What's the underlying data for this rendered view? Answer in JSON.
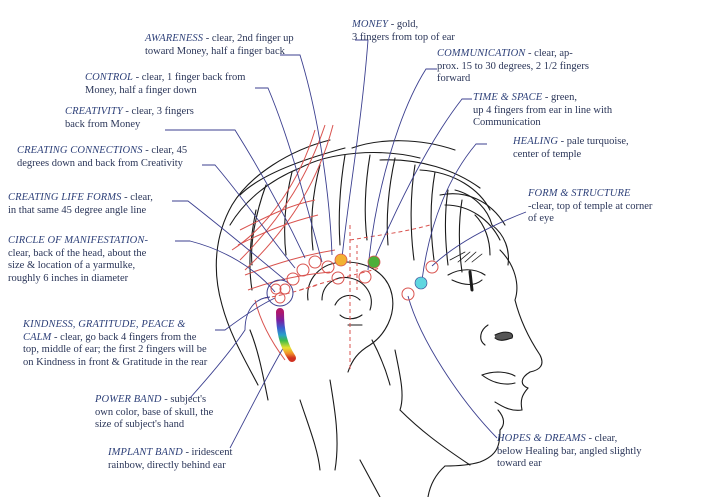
{
  "diagram": {
    "type": "annotated head profile illustration",
    "colors": {
      "background": "#ffffff",
      "line_art": "#1a1a1a",
      "leader_lines": "#3b3f8f",
      "chakra_outline": "#d9534f",
      "money_fill": "#f2b233",
      "time_space_fill": "#4caf3a",
      "healing_fill": "#5fd6e0",
      "label_title": "#2c3f78",
      "label_body": "#2a3558"
    },
    "labels": [
      {
        "id": "awareness",
        "title": "AWARENESS",
        "desc": " - clear, 2nd finger up",
        "desc2": "toward Money, half a finger back"
      },
      {
        "id": "money",
        "title": "MONEY",
        "desc": " - gold,",
        "desc2": "3 fingers from top of ear"
      },
      {
        "id": "communication",
        "title": "COMMUNICATION",
        "desc": " - clear, ap-",
        "desc2": "prox. 15 to 30 degrees, 2 1/2 fingers",
        "desc3": "forward"
      },
      {
        "id": "control",
        "title": "CONTROL",
        "desc": " - clear, 1 finger back from",
        "desc2": "Money, half a finger down"
      },
      {
        "id": "time_space",
        "title": "TIME & SPACE",
        "desc": " - green,",
        "desc2": "up 4 fingers from ear in line with",
        "desc3": "Communication"
      },
      {
        "id": "creativity",
        "title": "CREATIVITY",
        "desc": " - clear, 3 fingers",
        "desc2": "back from Money"
      },
      {
        "id": "healing",
        "title": "HEALING",
        "desc": " - pale turquoise,",
        "desc2": "center of temple"
      },
      {
        "id": "creating_connections",
        "title": "CREATING CONNECTIONS",
        "desc": " - clear, 45",
        "desc2": "degrees down and back from Creativity"
      },
      {
        "id": "form_structure",
        "title": "FORM & STRUCTURE",
        "desc": "",
        "desc2": "-clear, top of temple at corner",
        "desc3": "of eye"
      },
      {
        "id": "creating_life_forms",
        "title": "CREATING LIFE FORMS",
        "desc": " - clear,",
        "desc2": "in that same 45 degree angle line"
      },
      {
        "id": "circle_manifestation",
        "title": "CIRCLE OF MANIFESTATION-",
        "desc": "",
        "desc2": "clear, back of the head, about the",
        "desc3": "size & location of a yarmulke,",
        "desc4": "roughly 6 inches in diameter"
      },
      {
        "id": "kindness",
        "title": "KINDNESS, GRATITUDE, PEACE &",
        "title2": "CALM",
        "desc": " - clear, go back 4 fingers from the",
        "desc2": "top, middle of ear; the first 2 fingers will be",
        "desc3": "on Kindness in front & Gratitude in the rear"
      },
      {
        "id": "power_band",
        "title": "POWER BAND",
        "desc": " - subject's",
        "desc2": "own color, base of skull, the",
        "desc3": "size of subject's hand"
      },
      {
        "id": "implant_band",
        "title": "IMPLANT BAND",
        "desc": " - iridescent",
        "desc2": "rainbow, directly behind ear"
      },
      {
        "id": "hopes_dreams",
        "title": "HOPES & DREAMS",
        "desc": " - clear,",
        "desc2": "below Healing bar, angled slightly",
        "desc3": "toward ear"
      }
    ]
  }
}
